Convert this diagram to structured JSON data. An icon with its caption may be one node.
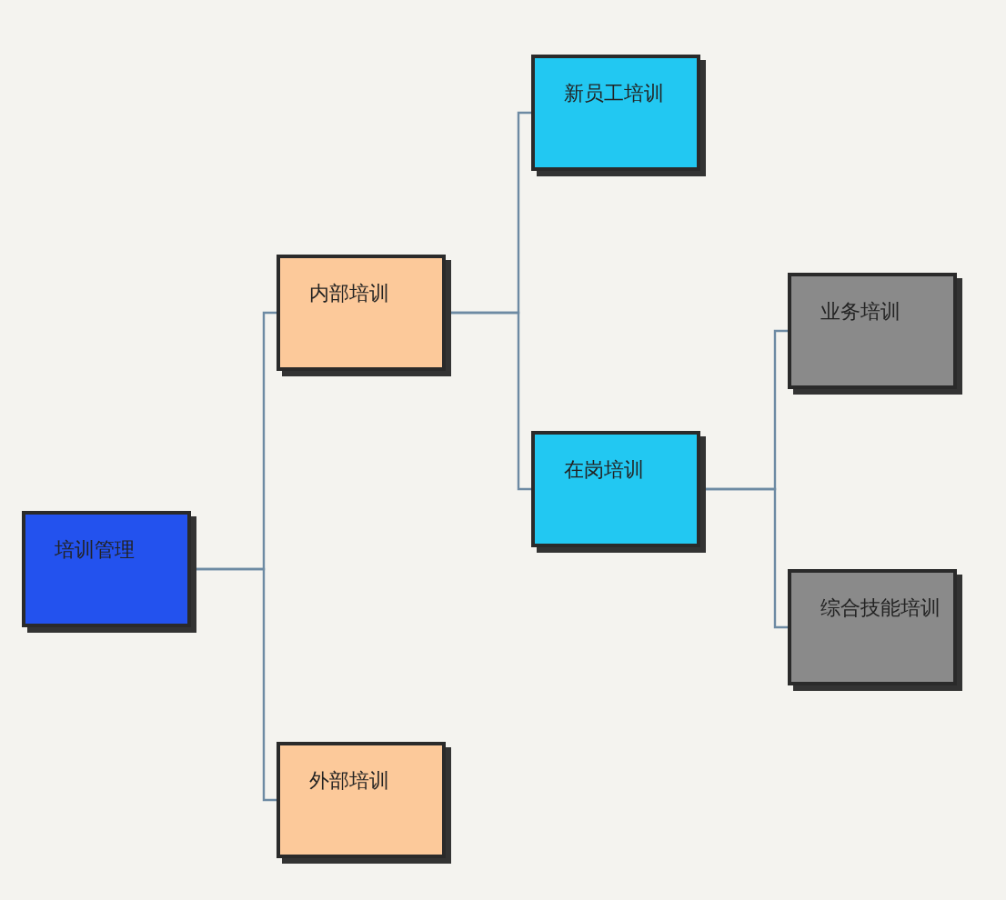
{
  "diagram": {
    "nodes": [
      {
        "text": [
          "培训管理"
        ]
      },
      {
        "text": [
          "内部培训"
        ]
      },
      {
        "text": [
          "外部培训"
        ]
      },
      {
        "text": [
          "新员工培训"
        ]
      },
      {
        "text": [
          "在岗培训"
        ]
      },
      {
        "text": [
          "业务培训"
        ]
      },
      {
        "text": [
          "综合技能培训"
        ]
      }
    ],
    "edges": [
      {
        "from": 0,
        "to": 1,
        "arrow": "none"
      },
      {
        "from": 0,
        "to": 2,
        "arrow": "none"
      },
      {
        "from": 1,
        "to": 3,
        "arrow": "none"
      },
      {
        "from": 1,
        "to": 4,
        "arrow": "none"
      },
      {
        "from": 4,
        "to": 5,
        "arrow": "none"
      },
      {
        "from": 4,
        "to": 6,
        "arrow": "none"
      }
    ]
  }
}
